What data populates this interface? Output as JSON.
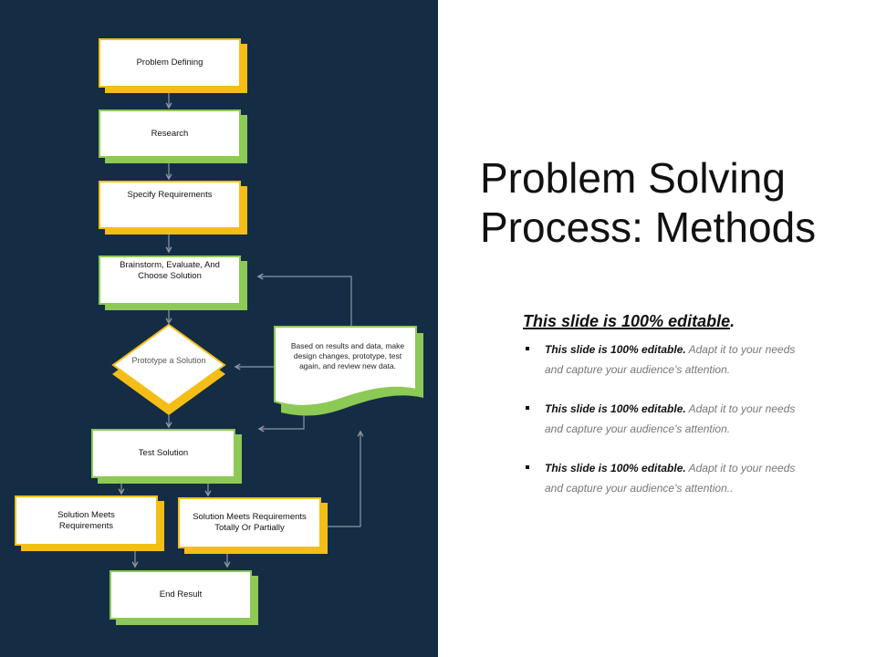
{
  "colors": {
    "panel": "#152c45",
    "yellow": "#f5be16",
    "green": "#8dc955",
    "arrow": "#8a96a5"
  },
  "flow": {
    "problem_defining": "Problem Defining",
    "research": "Research",
    "specify": "Specify Requirements",
    "brainstorm": "Brainstorm, Evaluate, And Choose Solution",
    "prototype": "Prototype a Solution",
    "feedback_doc": "Based on results and data, make design changes, prototype, test again, and review new data.",
    "test": "Test Solution",
    "meets": "Solution Meets Requirements",
    "meets_partial": "Solution Meets Requirements Totally Or Partially",
    "end": "End Result"
  },
  "title": "Problem Solving Process: Methods",
  "subtitle": {
    "text": "This slide is 100% editable",
    "suffix": "."
  },
  "bullets": [
    {
      "bold": "This slide is 100% editable.",
      "text": " Adapt it to your needs and capture your audience's attention."
    },
    {
      "bold": "This slide is 100% editable.",
      "text": " Adapt it to your needs and capture your audience's attention."
    },
    {
      "bold": "This slide is 100% editable.",
      "text": " Adapt it to your needs and capture your audience's attention.."
    }
  ]
}
